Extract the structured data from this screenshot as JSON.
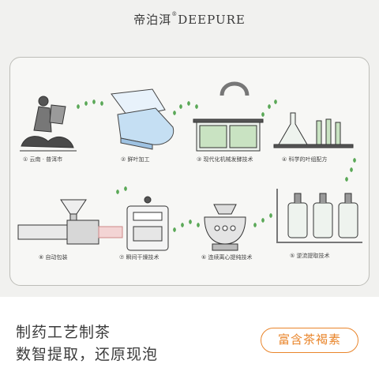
{
  "brand": {
    "name": "帝泊洱",
    "mark": "®",
    "latin": "DEEPURE"
  },
  "steps": [
    {
      "label": "① 云南 · 普洱市"
    },
    {
      "label": "② 鲜叶加工"
    },
    {
      "label": "③ 现代化机械发酵技术"
    },
    {
      "label": "④ 科学的叶组配方"
    },
    {
      "label": "⑤ 逆流提取技术"
    },
    {
      "label": "⑥ 连续离心提纯技术"
    },
    {
      "label": "⑦ 瞬间干燥技术"
    },
    {
      "label": "⑧ 自动包装"
    }
  ],
  "headline": {
    "line1": "制药工艺制茶",
    "line2": "数智提取，还原现泡"
  },
  "badge": {
    "label": "富含茶褐素"
  },
  "colors": {
    "leaf": "#5aa857",
    "accent": "#e9852b",
    "ink": "#3a3a3a",
    "tank": "#c9e3c2"
  }
}
